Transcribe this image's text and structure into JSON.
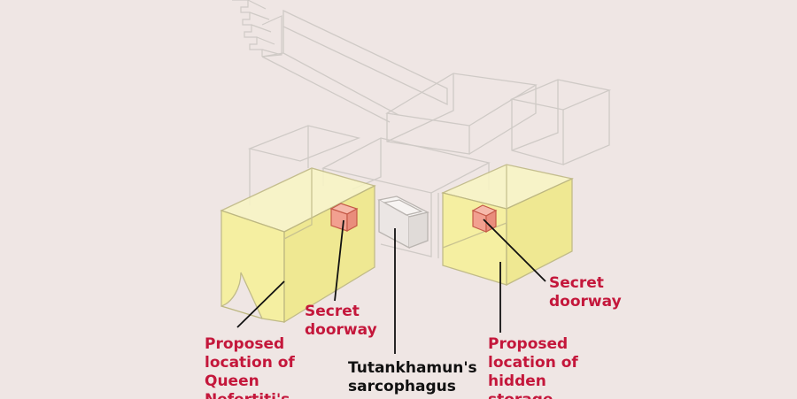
{
  "colors": {
    "background": "#efe6e4",
    "accent": "#c4173b",
    "proposed_room_fill": "#f6f19a",
    "secret_door_fill": "#f2a090",
    "ghost_outline": "#c9c4c0",
    "text_dark": "#111111"
  },
  "labels": {
    "secret_doorway_left": "Secret\ndoorway",
    "nefertiti": "Proposed\nlocation of\nQueen\nNefertiti's",
    "sarcophagus": "Tutankhamun's\nsarcophagus",
    "hidden_storage": "Proposed\nlocation of\nhidden\nstorage",
    "secret_doorway_right": "Secret\ndoorway"
  }
}
